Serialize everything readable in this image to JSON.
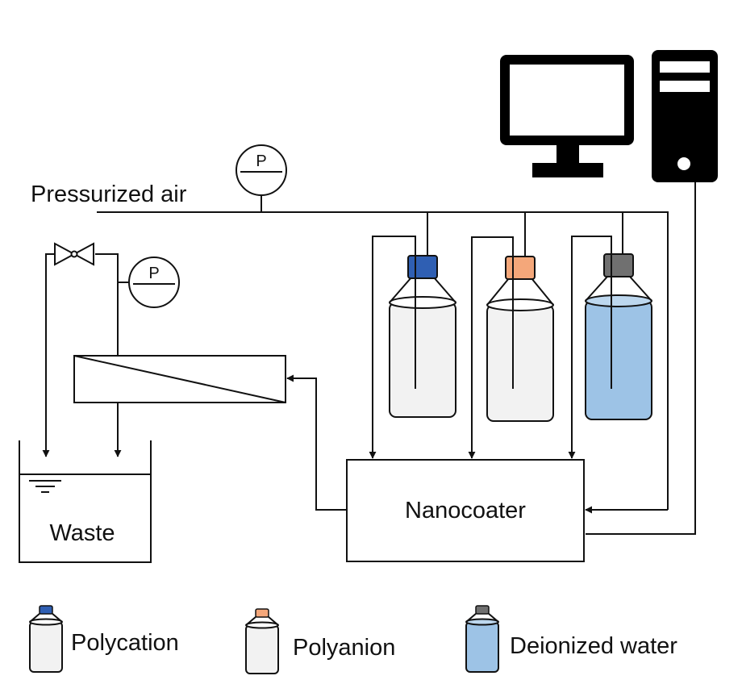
{
  "labels": {
    "pressurized_air": "Pressurized air",
    "nanocoater": "Nanocoater",
    "waste": "Waste",
    "gauge_symbol": "P"
  },
  "legend": [
    {
      "label": "Polycation",
      "cap_color": "#2F5FB3",
      "liquid": "clear"
    },
    {
      "label": "Polyanion",
      "cap_color": "#F4A77A",
      "liquid": "clear"
    },
    {
      "label": "Deionized water",
      "cap_color": "#707070",
      "liquid": "blue"
    }
  ],
  "colors": {
    "line": "#111111",
    "clear_liquid": "#F2F2F2",
    "water_liquid": "#9DC3E6",
    "cap_polycation": "#2F5FB3",
    "cap_polyanion": "#F4A77A",
    "cap_water": "#707070",
    "computer": "#000000"
  },
  "icons": [
    "monitor-icon",
    "computer-tower-icon",
    "pressure-gauge-icon",
    "valve-icon",
    "bottle-icon"
  ]
}
